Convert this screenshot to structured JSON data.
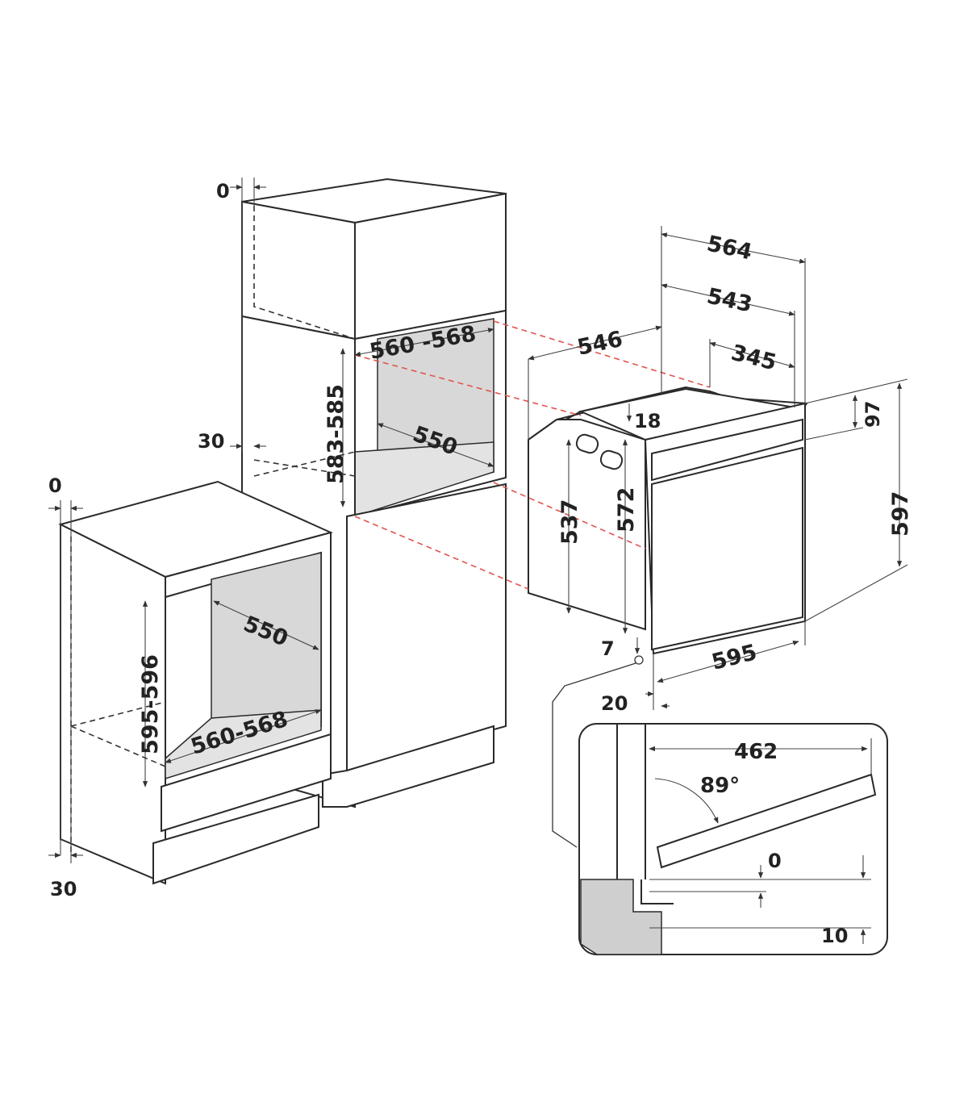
{
  "colors": {
    "line": "#2a2a2a",
    "cavity_fill": "#d8d8d8",
    "red_guide": "#e0554f",
    "wall_fill": "#cfcfcf"
  },
  "base_cabinet": {
    "top_gap": "0",
    "bottom_offset": "30",
    "depth": "550",
    "height": "595-596",
    "width": "560-568"
  },
  "tall_cabinet": {
    "top_gap": "0",
    "side_offset": "30",
    "width": "560 -568",
    "height": "583-585",
    "depth": "550"
  },
  "oven": {
    "overall_depth": "564",
    "body_depth": "543",
    "depth_546": "546",
    "top_depth": "345",
    "top_step": "18",
    "panel_height": "97",
    "overall_height": "597",
    "body_height": "537",
    "front_height": "572",
    "width": "595",
    "bottom_gap": "7",
    "front_thickness": "20"
  },
  "door_detail": {
    "door_length": "462",
    "angle": "89°",
    "gap_top": "0",
    "gap_bottom": "10"
  }
}
